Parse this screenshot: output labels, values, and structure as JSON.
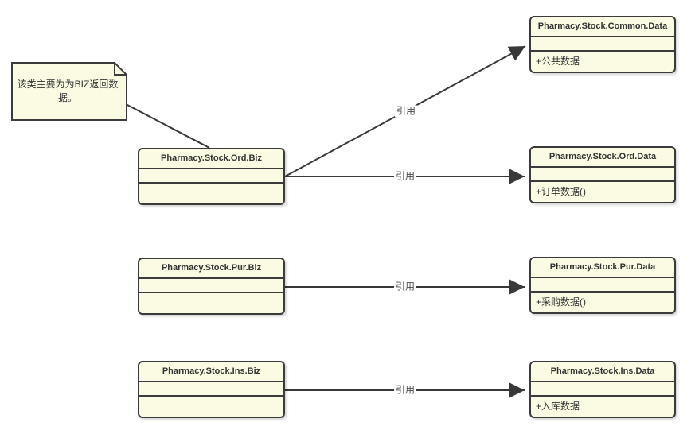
{
  "canvas": {
    "background": "#FFFFFF"
  },
  "colors": {
    "node_fill": "#FBFBE3",
    "node_border": "#3B3B3B",
    "edge_line": "#383838",
    "title_text": "#333333",
    "edge_label_text": "#4A4A4A"
  },
  "note": {
    "text": "该类主要为为BIZ返回数据。"
  },
  "classes": {
    "ord_biz": {
      "title": "Pharmacy.Stock.Ord.Biz",
      "attributes": "",
      "member": ""
    },
    "pur_biz": {
      "title": "Pharmacy.Stock.Pur.Biz",
      "attributes": "",
      "member": ""
    },
    "ins_biz": {
      "title": "Pharmacy.Stock.Ins.Biz",
      "attributes": "",
      "member": ""
    },
    "common_data": {
      "title": "Pharmacy.Stock.Common.Data",
      "attributes": "",
      "member": "+公共数据"
    },
    "ord_data": {
      "title": "Pharmacy.Stock.Ord.Data",
      "attributes": "",
      "member": "+订单数据()"
    },
    "pur_data": {
      "title": "Pharmacy.Stock.Pur.Data",
      "attributes": "",
      "member": "+采购数据()"
    },
    "ins_data": {
      "title": "Pharmacy.Stock.Ins.Data",
      "attributes": "",
      "member": "+入库数据"
    }
  },
  "edges": [
    {
      "label": "引用",
      "from": "Pharmacy.Stock.Ord.Biz",
      "to": "Pharmacy.Stock.Common.Data"
    },
    {
      "label": "引用",
      "from": "Pharmacy.Stock.Ord.Biz",
      "to": "Pharmacy.Stock.Ord.Data"
    },
    {
      "label": "引用",
      "from": "Pharmacy.Stock.Pur.Biz",
      "to": "Pharmacy.Stock.Pur.Data"
    },
    {
      "label": "引用",
      "from": "Pharmacy.Stock.Ins.Biz",
      "to": "Pharmacy.Stock.Ins.Data"
    }
  ]
}
